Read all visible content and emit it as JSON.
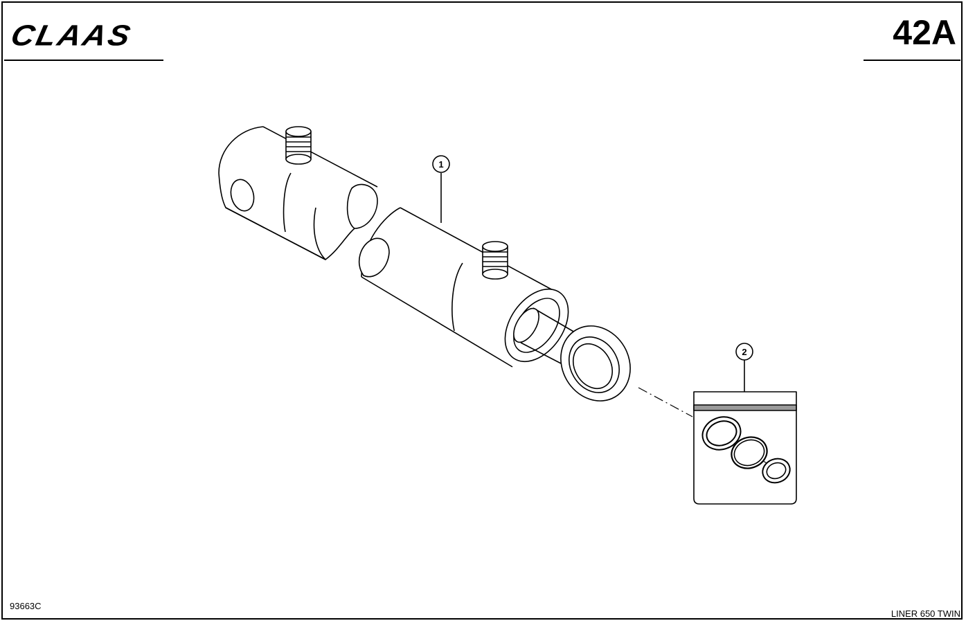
{
  "header": {
    "brand": "CLAAS",
    "page_number": "42A"
  },
  "footer": {
    "reference_code": "93663C",
    "model": "LINER 650 TWIN"
  },
  "callouts": [
    {
      "label": "1",
      "part": "hydraulic-cylinder"
    },
    {
      "label": "2",
      "part": "seal-kit"
    }
  ]
}
